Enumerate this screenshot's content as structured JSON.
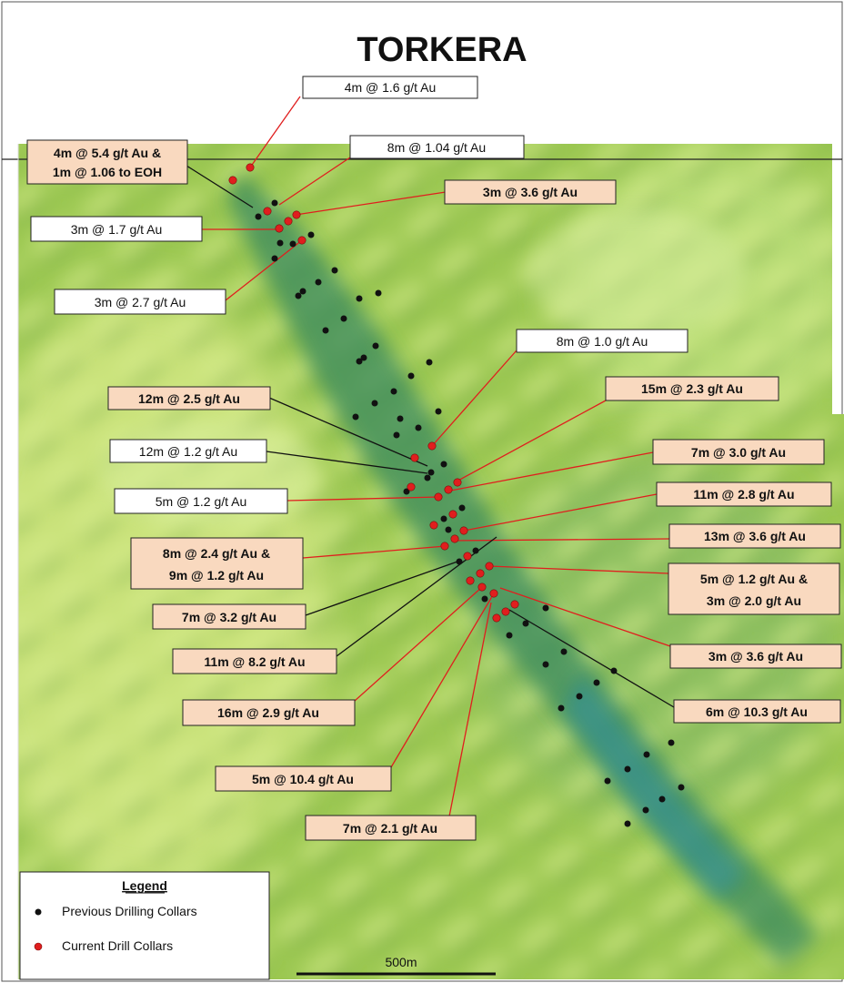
{
  "title": "TORKERA",
  "colors": {
    "current_collar": "#e01e1e",
    "previous_collar": "#111111",
    "highlight_box": "#f9d9bf",
    "plain_box": "#ffffff",
    "terrain_base": "#8fbf4a",
    "anomaly": "#2f8a6a"
  },
  "legend": {
    "title": "Legend",
    "previous": "Previous Drilling Collars",
    "current": "Current Drill Collars"
  },
  "scale_bar": {
    "label": "500m"
  },
  "annotations": [
    {
      "id": "a1",
      "line1": "4m @ 1.6 g/t Au",
      "style": "plain",
      "leader": "red"
    },
    {
      "id": "a2",
      "line1": "4m @ 5.4 g/t Au &",
      "line2": "1m @ 1.06 to EOH",
      "style": "highlight",
      "leader": "black"
    },
    {
      "id": "a3",
      "line1": "8m @ 1.04 g/t Au",
      "style": "plain",
      "leader": "red"
    },
    {
      "id": "a4",
      "line1": "3m @ 3.6 g/t Au",
      "style": "highlight",
      "leader": "red"
    },
    {
      "id": "a5",
      "line1": "3m @ 1.7 g/t Au",
      "style": "plain",
      "leader": "red"
    },
    {
      "id": "a6",
      "line1": "3m @ 2.7 g/t Au",
      "style": "plain",
      "leader": "red"
    },
    {
      "id": "a7",
      "line1": "8m @ 1.0 g/t Au",
      "style": "plain",
      "leader": "red"
    },
    {
      "id": "a8",
      "line1": "12m @ 2.5 g/t Au",
      "style": "highlight",
      "leader": "black"
    },
    {
      "id": "a9",
      "line1": "15m @ 2.3 g/t Au",
      "style": "highlight",
      "leader": "red"
    },
    {
      "id": "a10",
      "line1": "12m @ 1.2 g/t Au",
      "style": "plain",
      "leader": "black"
    },
    {
      "id": "a11",
      "line1": "7m @ 3.0 g/t Au",
      "style": "highlight",
      "leader": "red"
    },
    {
      "id": "a12",
      "line1": "5m @ 1.2 g/t Au",
      "style": "plain",
      "leader": "red"
    },
    {
      "id": "a13",
      "line1": "11m @ 2.8 g/t Au",
      "style": "highlight",
      "leader": "red"
    },
    {
      "id": "a14",
      "line1": "13m @ 3.6 g/t Au",
      "style": "highlight",
      "leader": "red"
    },
    {
      "id": "a15",
      "line1": "8m @ 2.4 g/t Au &",
      "line2": "9m @ 1.2 g/t Au",
      "style": "highlight",
      "leader": "red"
    },
    {
      "id": "a16",
      "line1": "5m @ 1.2 g/t Au &",
      "line2": "3m @ 2.0 g/t Au",
      "style": "highlight",
      "leader": "red"
    },
    {
      "id": "a17",
      "line1": "7m @ 3.2 g/t Au",
      "style": "highlight",
      "leader": "black"
    },
    {
      "id": "a18",
      "line1": "3m @ 3.6 g/t Au",
      "style": "highlight",
      "leader": "red"
    },
    {
      "id": "a19",
      "line1": "11m @ 8.2 g/t Au",
      "style": "highlight",
      "leader": "black"
    },
    {
      "id": "a20",
      "line1": "6m @ 10.3 g/t Au",
      "style": "highlight",
      "leader": "black"
    },
    {
      "id": "a21",
      "line1": "16m @ 2.9 g/t Au",
      "style": "highlight",
      "leader": "red"
    },
    {
      "id": "a22",
      "line1": "5m @ 10.4 g/t Au",
      "style": "highlight",
      "leader": "red"
    },
    {
      "id": "a23",
      "line1": "7m @ 2.1 g/t Au",
      "style": "highlight",
      "leader": "red"
    }
  ]
}
